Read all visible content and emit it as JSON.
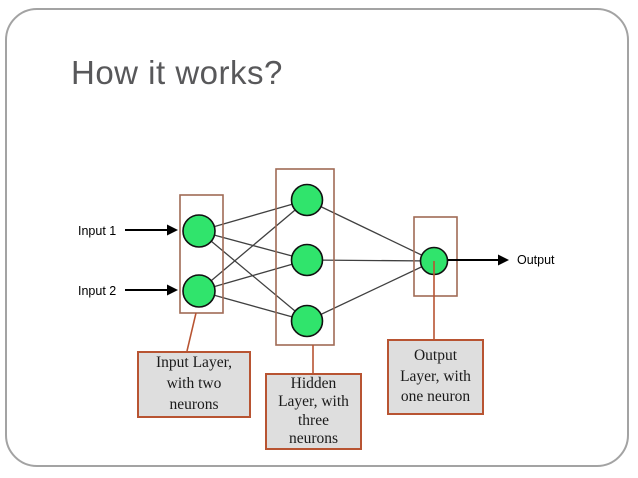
{
  "slide": {
    "title": "How it works?"
  },
  "diagram": {
    "input_labels": [
      "Input 1",
      "Input 2"
    ],
    "output_label": "Output",
    "structure": {
      "input_neurons": 2,
      "hidden_neurons": 3,
      "output_neurons": 1
    }
  },
  "callouts": [
    {
      "id": "input-layer",
      "text": "Input Layer, with two neurons",
      "lines": [
        "Input Layer,",
        "with two",
        "neurons"
      ]
    },
    {
      "id": "hidden-layer",
      "text": "Hidden Layer, with three neurons",
      "lines": [
        "Hidden",
        "Layer, with",
        "three",
        "neurons"
      ]
    },
    {
      "id": "output-layer",
      "text": "Output Layer, with one neuron",
      "lines": [
        "Output",
        "Layer, with",
        "one neuron"
      ]
    }
  ],
  "colors": {
    "title": "#58585a",
    "neuron_fill": "#30e46c",
    "neuron_stroke": "#111111",
    "layer_rect_border": "#a06a55",
    "callout_border": "#b85432",
    "callout_fill": "#dedede",
    "connection": "#404040",
    "arrow": "#000000",
    "slide_border": "#a3a3a3"
  }
}
